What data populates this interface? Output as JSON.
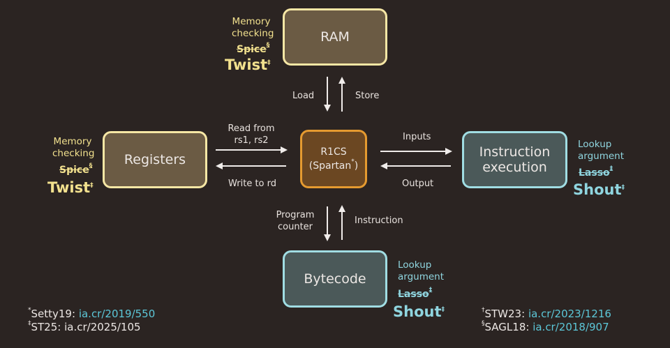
{
  "boxes": {
    "ram": "RAM",
    "registers": "Registers",
    "r1cs_line1": "R1CS",
    "r1cs_line2": "(Spartan",
    "r1cs_line2_sup": "*",
    "r1cs_line2_end": ")",
    "instruction_line1": "Instruction",
    "instruction_line2": "execution",
    "bytecode": "Bytecode"
  },
  "edges": {
    "load": "Load",
    "store": "Store",
    "read_from_1": "Read from",
    "read_from_2": "rs1, rs2",
    "write_to_rd": "Write to rd",
    "inputs": "Inputs",
    "output": "Output",
    "program_counter_1": "Program",
    "program_counter_2": "counter",
    "instruction": "Instruction"
  },
  "annotations": {
    "ram": {
      "cap1": "Memory",
      "cap2": "checking",
      "old": "Spice",
      "old_sup": "§",
      "new": "Twist",
      "new_sup": "‡"
    },
    "registers": {
      "cap1": "Memory",
      "cap2": "checking",
      "old": "Spice",
      "old_sup": "§",
      "new": "Twist",
      "new_sup": "‡"
    },
    "instruction": {
      "cap1": "Lookup",
      "cap2": "argument",
      "old": "Lasso",
      "old_sup": "‡",
      "new": "Shout",
      "new_sup": "‡"
    },
    "bytecode": {
      "cap1": "Lookup",
      "cap2": "argument",
      "old": "Lasso",
      "old_sup": "‡",
      "new": "Shout",
      "new_sup": "‡"
    }
  },
  "footnotes": {
    "setty_sup": "*",
    "setty_text": "Setty19: ",
    "setty_link": "ia.cr/2019/550",
    "st25_sup": "‡",
    "st25_text": "ST25: ia.cr/2025/105",
    "stw_sup": "†",
    "stw_text": "STW23: ",
    "stw_link": "ia.cr/2023/1216",
    "sagl_sup": "§",
    "sagl_text": "SAGL18: ",
    "sagl_link": "ia.cr/2018/907"
  },
  "colors": {
    "background": "#2b2422",
    "olive_fill": "#6b5b44",
    "olive_border": "#f6e7a5",
    "slate_fill": "#4b5959",
    "slate_border": "#a0dde3",
    "r1cs_fill": "#6b4722",
    "r1cs_border": "#e59a30",
    "yellow_text": "#f2e18e",
    "blue_text": "#8fd5df",
    "link": "#5cc7d8"
  }
}
